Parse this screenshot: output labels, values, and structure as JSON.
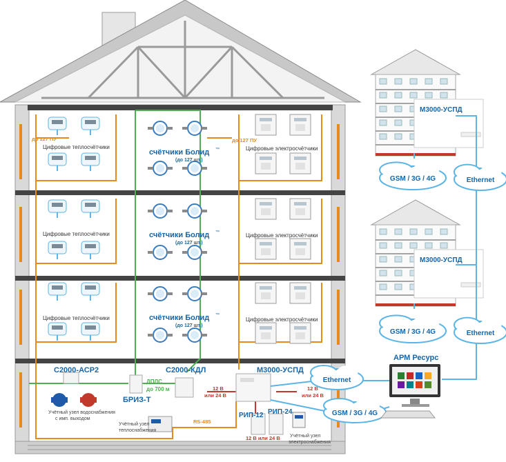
{
  "house": {
    "floor_labels": {
      "heat": "Цифровые теплосчётчики",
      "electric": "Цифровые электросчётчики",
      "bolid": "счётчики Болид",
      "bolid_tm": "™",
      "bolid_count": "(до 127 шт.)",
      "up_to_127_pu": "до 127 ПУ"
    },
    "devices": {
      "s2000_asr2": "С2000-АСР2",
      "s2000_kdl": "С2000-КДЛ",
      "m3000_uspd": "М3000-УСПД",
      "briz_t": "БРИЗ-Т",
      "dplc": "ДПЛС",
      "dplc_dist": "до 700 м",
      "rip12": "РИП-12",
      "rip24": "РИП-24",
      "rs485": "RS-485",
      "power1": "12 В",
      "power2": "или 24 В",
      "power3": "12 В или 24 В"
    },
    "units": {
      "water": "Учётный узел водоснабжения с имп. выходом",
      "water_line1": "Учётный узел водоснабжения",
      "water_line2": "с имп. выходом",
      "heat_line1": "Учётный узел",
      "heat_line2": "теплоснабжения",
      "elec_line1": "Учётный узел",
      "elec_line2": "электроснабжения"
    }
  },
  "network": {
    "gsm": "GSM / 3G / 4G",
    "ethernet": "Ethernet",
    "arm": "АРМ Ресурс",
    "uspd": "М3000-УСПД"
  },
  "colors": {
    "orange": "#e8891e",
    "green": "#4caf50",
    "blue_line": "#5ab4e6",
    "title_blue": "#1565a8",
    "red": "#c0392b"
  }
}
